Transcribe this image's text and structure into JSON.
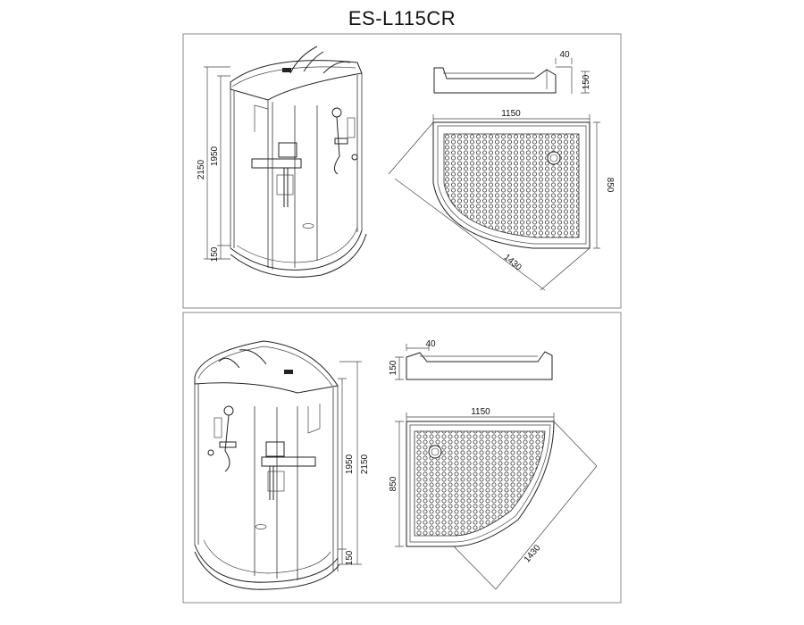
{
  "title": "ES-L115CR",
  "top": {
    "cabin": {
      "height_total": "2150",
      "height_glass": "1950",
      "height_tray": "150"
    },
    "tray_profile": {
      "lip": "40",
      "height": "150"
    },
    "tray_plan": {
      "width": "1150",
      "depth": "850",
      "diagonal": "1430"
    }
  },
  "bottom": {
    "cabin": {
      "height_glass": "1950",
      "height_total": "2150",
      "height_tray": "150"
    },
    "tray_profile": {
      "lip": "40",
      "height": "150"
    },
    "tray_plan": {
      "width": "1150",
      "depth": "850",
      "diagonal": "1430"
    }
  }
}
